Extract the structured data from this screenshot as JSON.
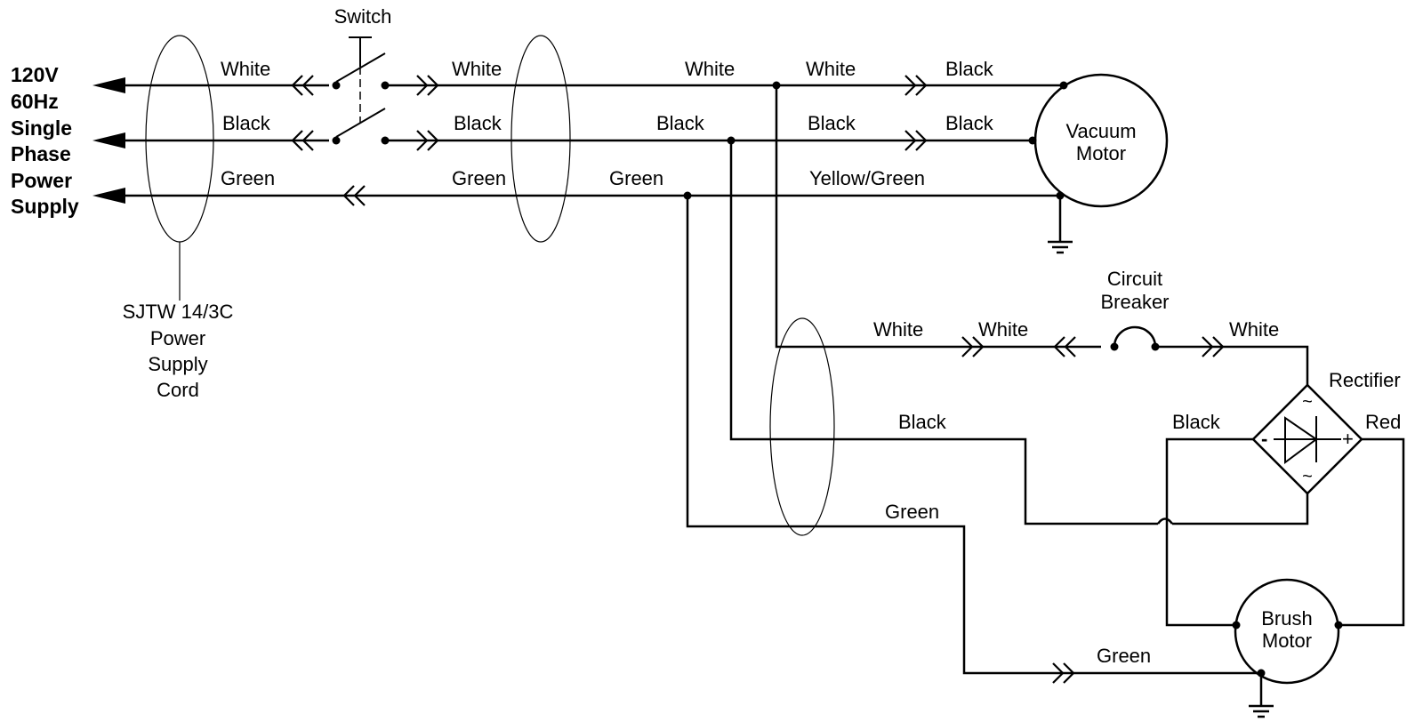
{
  "diagram": {
    "type": "wiring schematic",
    "supply_label": [
      "120V",
      "60Hz",
      "Single",
      "Phase",
      "Power",
      "Supply"
    ],
    "cord_label": [
      "SJTW 14/3C",
      "Power",
      "Supply",
      "Cord"
    ],
    "switch_label": "Switch",
    "circuit_breaker_label": [
      "Circuit",
      "Breaker"
    ],
    "rectifier_label": "Rectifier",
    "rectifier_terminals": {
      "ac_top": "~",
      "ac_bottom": "~",
      "neg": "-",
      "pos": "+"
    },
    "vacuum_motor_label": [
      "Vacuum",
      "Motor"
    ],
    "brush_motor_label": [
      "Brush",
      "Motor"
    ],
    "wire_labels": {
      "cord_white": "White",
      "cord_black": "Black",
      "cord_green": "Green",
      "sw_white": "White",
      "sw_black": "Black",
      "sw_green": "Green",
      "mid_white": "White",
      "mid_black": "Black",
      "mid_green": "Green",
      "vm_white": "White",
      "vm_black": "Black",
      "vm_yg": "Yellow/Green",
      "vm_in_black1": "Black",
      "vm_in_black2": "Black",
      "br_white1": "White",
      "br_white2": "White",
      "br_white3": "White",
      "br_black": "Black",
      "br_green": "Green",
      "rect_black": "Black",
      "rect_red": "Red",
      "bm_green": "Green"
    }
  }
}
